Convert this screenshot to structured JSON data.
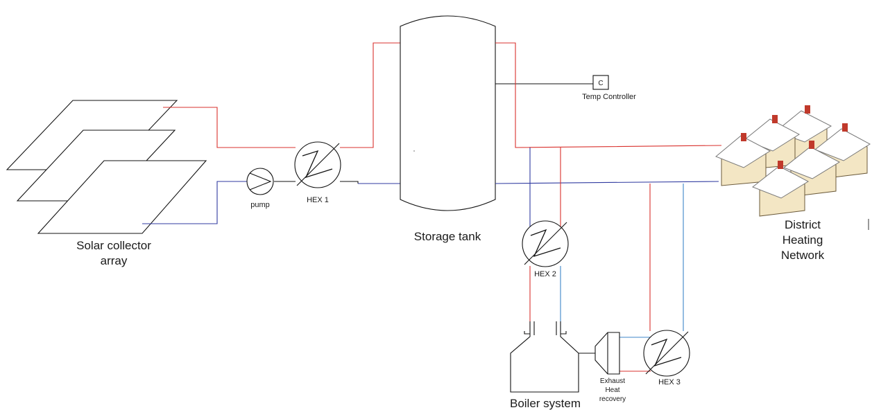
{
  "labels": {
    "solar_line1": "Solar collector",
    "solar_line2": "array",
    "pump": "pump",
    "hex1": "HEX 1",
    "storage": "Storage tank",
    "controller_symbol": "C",
    "controller": "Temp Controller",
    "district_line1": "District",
    "district_line2": "Heating",
    "district_line3": "Network",
    "hex2": "HEX 2",
    "hex3": "HEX 3",
    "exhaust_line1": "Exhaust",
    "exhaust_line2": "Heat",
    "exhaust_line3": "recovery",
    "boiler": "Boiler system"
  },
  "colors": {
    "hot_pipe": "#d9302c",
    "cold_pipe": "#2f3aa0",
    "cool_pipe": "#3d86c8",
    "house_wall": "#f3e6c4",
    "house_roof": "#ffffff",
    "chimney": "#c0392b"
  }
}
